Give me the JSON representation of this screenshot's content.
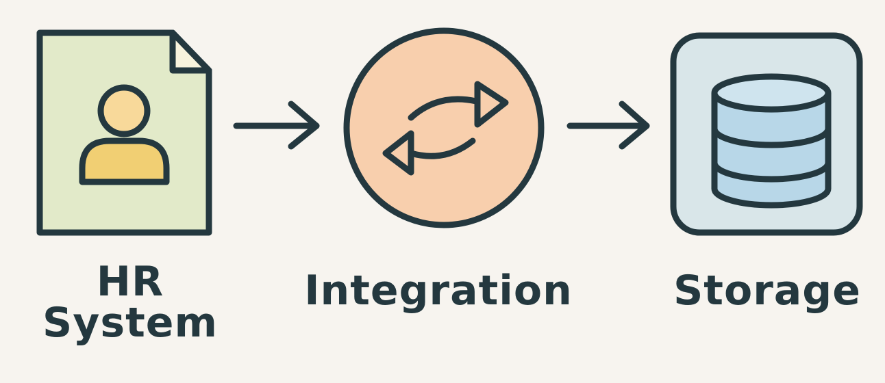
{
  "nodes": [
    {
      "id": "hr-system",
      "label_line1": "HR",
      "label_line2": "System",
      "icon": "person-document-icon",
      "fill": "#e2eac9"
    },
    {
      "id": "integration",
      "label": "Integration",
      "icon": "sync-arrows-icon",
      "fill": "#f8cfad"
    },
    {
      "id": "storage",
      "label": "Storage",
      "icon": "database-icon",
      "fill": "#d9e6e9"
    }
  ],
  "edges": [
    {
      "from": "hr-system",
      "to": "integration"
    },
    {
      "from": "integration",
      "to": "storage"
    }
  ],
  "colors": {
    "background": "#f7f4ef",
    "outline": "#24383f",
    "person_head": "#f8d99a",
    "person_body": "#f1cf73",
    "database_fill": "#b8d7e8"
  }
}
